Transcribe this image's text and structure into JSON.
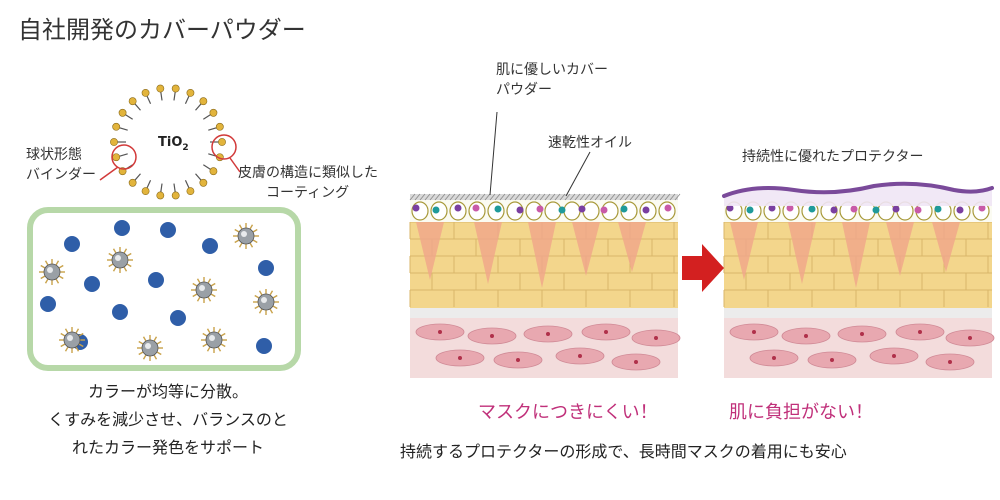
{
  "title": "自社開発のカバーパウダー",
  "particle": {
    "core_main": "TiO",
    "core_sub": "2"
  },
  "labels": {
    "binder_line1": "球状形態",
    "binder_line2": "バインダー",
    "coating_line1": "皮膚の構造に類似した",
    "coating_line2": "コーティング",
    "powder_line1": "肌に優しいカバー",
    "powder_line2": "パウダー",
    "oil": "速乾性オイル",
    "protector": "持続性に優れたプロテクター"
  },
  "dispersion_caption": [
    "カラーが均等に分散。",
    "くすみを減少させ、バランスのと",
    "れたカラー発色をサポート"
  ],
  "benefits": [
    "マスクにつきにくい！",
    "肌に負担がない！"
  ],
  "bottom_caption": "持続するプロテクターの形成で、長時間マスクの着用にも安心",
  "colors": {
    "title_text": "#333333",
    "benefit_text": "#c0307a",
    "arrow": "#d32020",
    "dispersion_border": "#b7d8a8",
    "blue_dot": "#2f5ea8",
    "skin_yellow": "#f3d68c",
    "dermis_pink": "#e8b4b8",
    "protector_purple": "#7a4a9a"
  }
}
